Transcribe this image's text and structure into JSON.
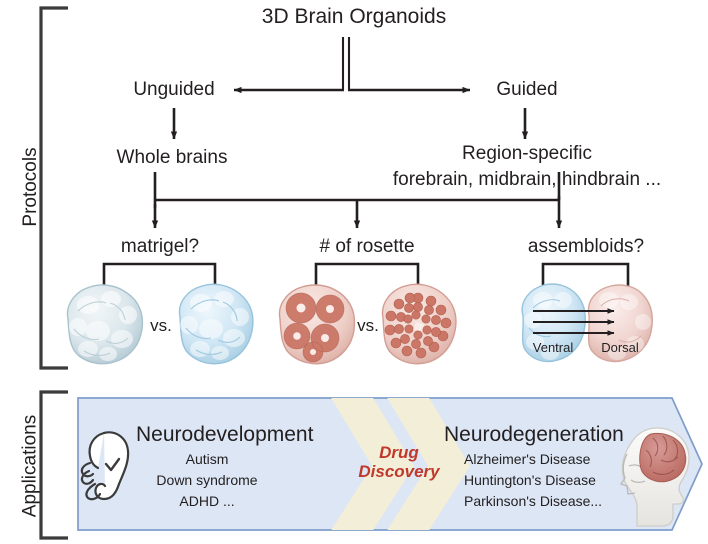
{
  "figure": {
    "sections": [
      {
        "id": "protocols",
        "label": "Protocols"
      },
      {
        "id": "applications",
        "label": "Applications"
      }
    ]
  },
  "protocols": {
    "root": "3D Brain Organoids",
    "branches": [
      {
        "id": "unguided",
        "label": "Unguided",
        "child": "Whole brains"
      },
      {
        "id": "guided",
        "label": "Guided",
        "child_line1": "Region-specific",
        "child_line2": "forebrain, midbrain, hindbrain ..."
      }
    ],
    "questions": [
      {
        "id": "matrigel",
        "label": "matrigel?",
        "comparator": "vs.",
        "left": {
          "name": "organoid-pale-blue",
          "color": "#cfe0e8",
          "caption": ""
        },
        "right": {
          "name": "organoid-blue",
          "color": "#bfdcee",
          "caption": ""
        }
      },
      {
        "id": "rosette",
        "label": "# of rosette",
        "comparator": "vs.",
        "left": {
          "name": "organoid-multi-rosette",
          "color": "#cb7666",
          "caption": ""
        },
        "right": {
          "name": "organoid-single-rosette",
          "color": "#cb7666",
          "caption": ""
        }
      },
      {
        "id": "assembloids",
        "label": "assembloids?",
        "comparator": "",
        "left": {
          "name": "organoid-ventral",
          "color": "#bfdcee",
          "caption": "Ventral"
        },
        "right": {
          "name": "organoid-dorsal",
          "color": "#e8c3bd",
          "caption": "Dorsal"
        }
      }
    ]
  },
  "applications": {
    "left": {
      "icon": "fetus-icon",
      "heading": "Neurodevelopment",
      "items": [
        "Autism",
        "Down syndrome",
        "ADHD ..."
      ]
    },
    "middle": {
      "line1": "Drug",
      "line2": "Discovery",
      "color": "#c0392b"
    },
    "right": {
      "icon": "head-brain-icon",
      "heading": "Neurodegeneration",
      "items": [
        "Alzheimer's Disease",
        "Huntington's Disease",
        "Parkinson's Disease..."
      ]
    },
    "banner_fill": "#dce6f5",
    "banner_stroke": "#7f9dc9",
    "chevron_fill": "#f3eed7"
  },
  "colors": {
    "line": "#231f20",
    "blue_organoid": "#bfdcee",
    "pale_organoid": "#cfe0e8",
    "red_organoid": "#cb7666",
    "pink_organoid": "#e8c3bd",
    "accent_red": "#c0392b"
  }
}
